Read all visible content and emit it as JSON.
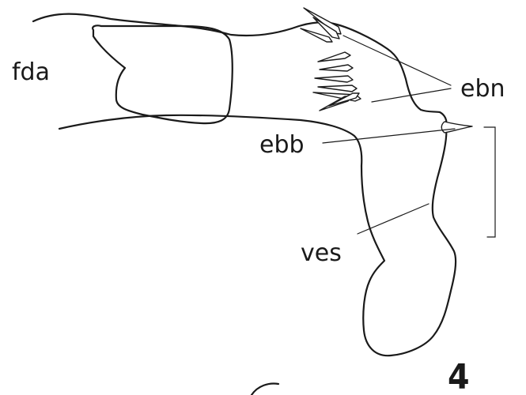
{
  "figure": {
    "number": "4",
    "labels": {
      "fda": "fda",
      "ebn": "ebn",
      "ebb": "ebb",
      "ves": "ves"
    }
  }
}
